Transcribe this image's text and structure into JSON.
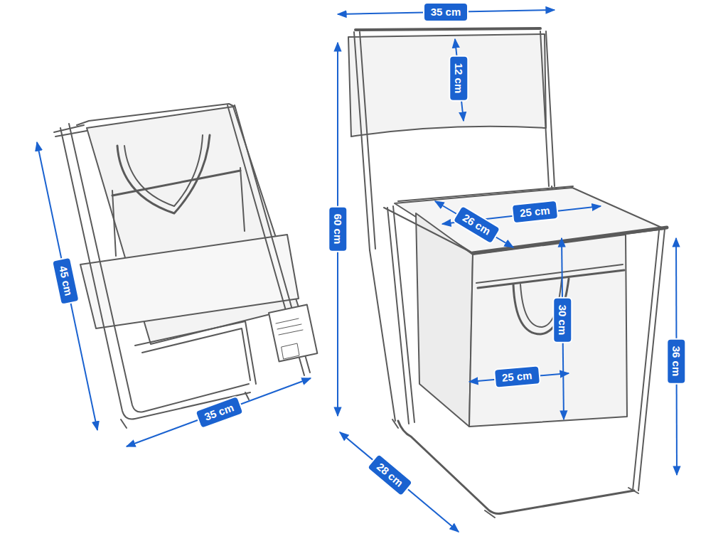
{
  "diagram": {
    "labels": [
      "45 cm",
      "35 cm",
      "35 cm",
      "12 cm",
      "60 cm",
      "26 cm",
      "25 cm",
      "30 cm",
      "25 cm",
      "36 cm",
      "28 cm"
    ]
  }
}
